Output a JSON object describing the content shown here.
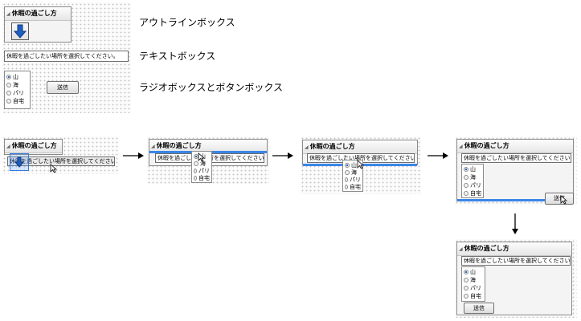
{
  "box": {
    "title": "休暇の過ごし方",
    "prompt": "休暇を過ごしたい場所を選択してください。",
    "short_prompt": "休暇を過ごしたい場所を選択してください",
    "options": [
      "山",
      "海",
      "パリ",
      "自宅"
    ],
    "submit_label": "送信"
  },
  "legend": {
    "outline_box": "アウトラインボックス",
    "text_box": "テキストボックス",
    "radio_and_button": "ラジオボックスとボタンボックス"
  },
  "colors": {
    "highlight": "#3a86e8",
    "selected_radio": "#2b63b8"
  },
  "icons": [
    "down-arrow-icon",
    "triangle-icon",
    "cursor-icon",
    "flow-arrow-icon"
  ]
}
